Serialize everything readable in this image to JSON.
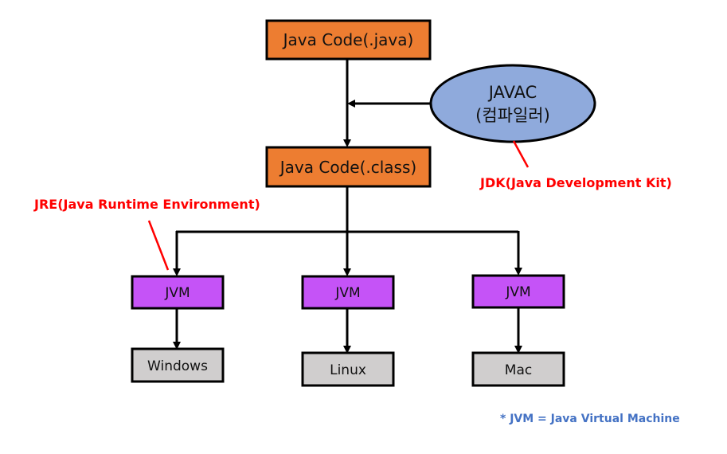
{
  "title": "Java compilation and execution flow",
  "colors": {
    "source_box": "#ed7d31",
    "compiler_ellipse": "#8faadc",
    "jvm_box": "#c553f7",
    "os_box": "#d0cece",
    "annotation_red": "#ff0000",
    "footnote_blue": "#4472c4",
    "stroke": "#000000"
  },
  "nodes": {
    "source": {
      "label": "Java Code(.java)"
    },
    "compiler": {
      "line1": "JAVAC",
      "line2": "(컴파일러)"
    },
    "bytecode": {
      "label": "Java Code(.class)"
    },
    "jvms": [
      {
        "label": "JVM"
      },
      {
        "label": "JVM"
      },
      {
        "label": "JVM"
      }
    ],
    "platforms": [
      {
        "label": "Windows"
      },
      {
        "label": "Linux"
      },
      {
        "label": "Mac"
      }
    ]
  },
  "annotations": {
    "jdk": "JDK(Java Development Kit)",
    "jre": "JRE(Java Runtime Environment)"
  },
  "footnote": "* JVM = Java Virtual Machine"
}
